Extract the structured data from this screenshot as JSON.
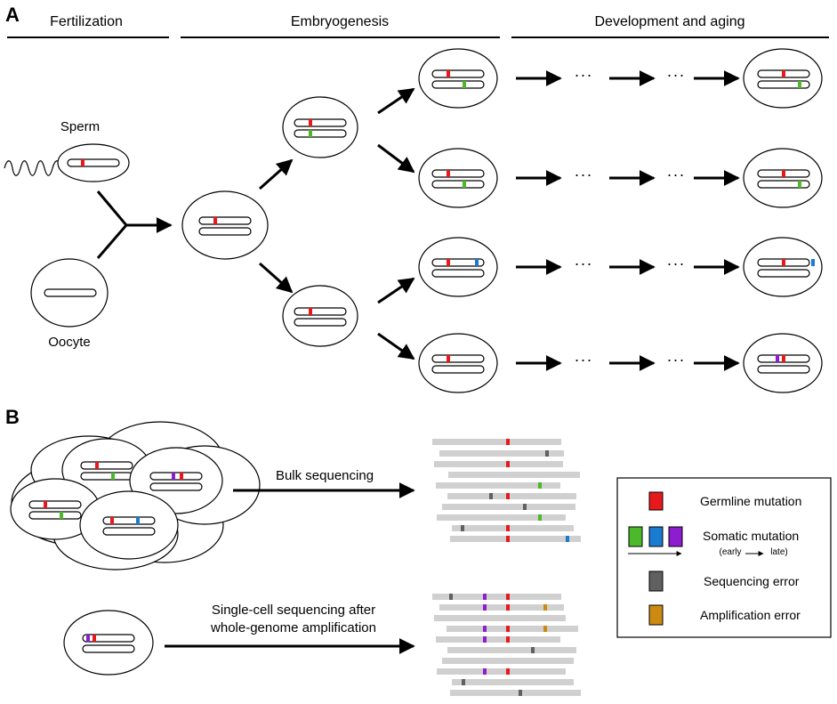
{
  "panel_a": {
    "letter": "A",
    "headers": {
      "fertilization": "Fertilization",
      "embryogenesis": "Embryogenesis",
      "development": "Development and aging"
    },
    "labels": {
      "sperm": "Sperm",
      "oocyte": "Oocyte"
    },
    "ellipsis": "···"
  },
  "panel_b": {
    "letter": "B",
    "bulk_label": "Bulk sequencing",
    "single_cell_label_line1": "Single-cell sequencing after",
    "single_cell_label_line2": "whole-genome amplification"
  },
  "legend": {
    "germline": "Germline mutation",
    "somatic": "Somatic mutation",
    "somatic_sub_early": "(early",
    "somatic_sub_late": "late)",
    "sequencing_error": "Sequencing error",
    "amplification_error": "Amplification error"
  },
  "colors": {
    "germline": "#e8191c",
    "somatic_early": "#4cb82a",
    "somatic_mid": "#1a7bd1",
    "somatic_late": "#8d1ecf",
    "sequencing_error": "#606060",
    "amplification_error": "#cc8a10",
    "read": "#d0d0d0"
  }
}
